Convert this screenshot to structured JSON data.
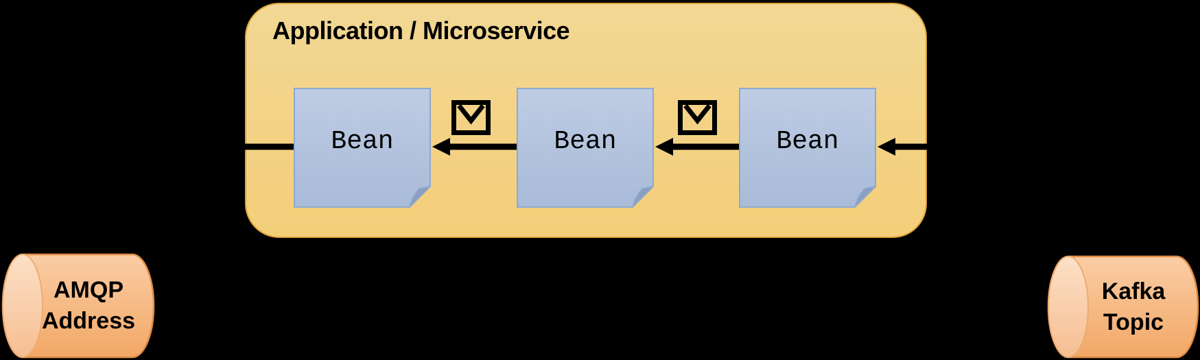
{
  "application": {
    "title": "Application / Microservice",
    "beans": [
      {
        "label": "Bean"
      },
      {
        "label": "Bean"
      },
      {
        "label": "Bean"
      }
    ]
  },
  "message_icons": [
    {
      "name": "envelope-icon"
    },
    {
      "name": "envelope-icon"
    }
  ],
  "endpoints": {
    "amqp": {
      "shape": "cylinder",
      "line1": "AMQP",
      "line2": "Address"
    },
    "kafka": {
      "shape": "cylinder",
      "line1": "Kafka",
      "line2": "Topic"
    }
  },
  "flow": {
    "direction": "right-to-left",
    "arrows": [
      "kafka-to-bean3",
      "bean3-to-bean2",
      "bean2-to-bean1",
      "bean1-to-amqp"
    ]
  },
  "colors": {
    "background": "#000000",
    "arrow": "#000000",
    "text": "#000000",
    "app_box_fill_top": "#F2D894",
    "app_box_fill_bottom": "#F4CF7A",
    "app_box_border": "#DFA43C",
    "bean_fill_top": "#BFCCE4",
    "bean_fill_bottom": "#A8BBD8",
    "bean_border": "#8FA9CE",
    "bean_fold_fill": "#8B9FC0",
    "cylinder_fill_top": "#FACDA5",
    "cylinder_fill_bottom": "#F2A866",
    "cylinder_cap_top": "#FCE0C6",
    "cylinder_cap_bottom": "#F6BE92",
    "cylinder_border": "#E08C46",
    "cylinder_cap_edge": "#EDAC72"
  }
}
